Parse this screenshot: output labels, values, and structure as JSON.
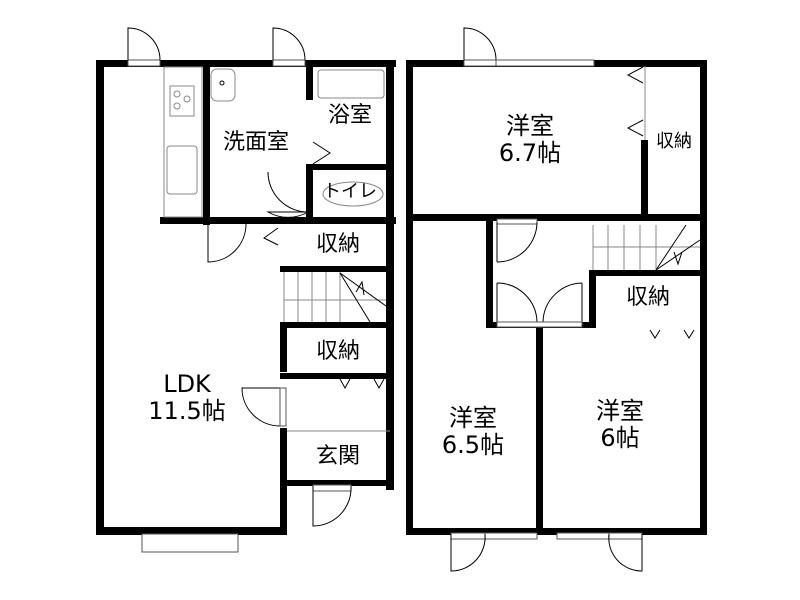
{
  "floor_plan": {
    "floor1": {
      "rooms": [
        {
          "name": "LDK",
          "size": "11.5帖"
        },
        {
          "name": "洗面室"
        },
        {
          "name": "浴室"
        },
        {
          "name": "トイレ"
        },
        {
          "name": "収納"
        },
        {
          "name": "収納"
        },
        {
          "name": "玄関"
        }
      ]
    },
    "floor2": {
      "rooms": [
        {
          "name": "洋室",
          "size": "6.7帖"
        },
        {
          "name": "収納"
        },
        {
          "name": "収納"
        },
        {
          "name": "洋室",
          "size": "6.5帖"
        },
        {
          "name": "洋室",
          "size": "6帖"
        }
      ]
    }
  }
}
